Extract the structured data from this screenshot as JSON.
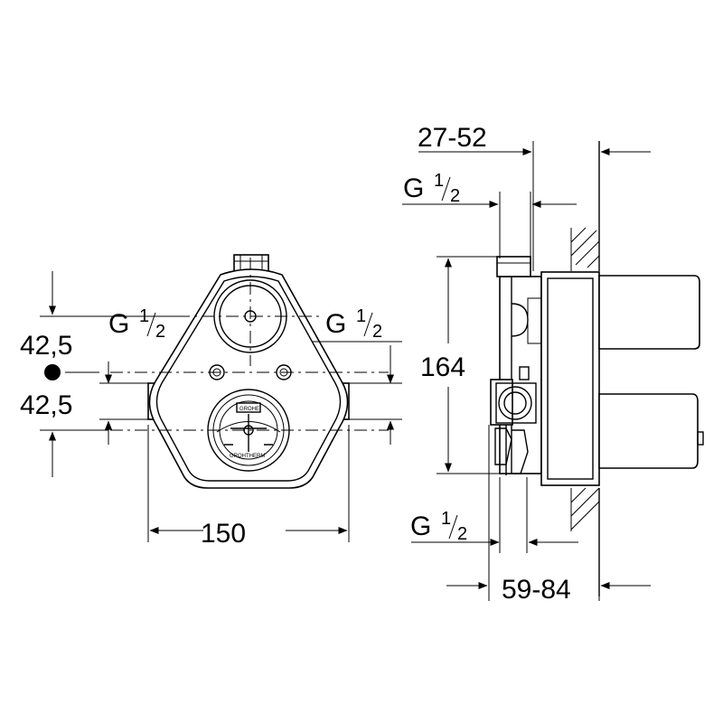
{
  "dimensions": {
    "offset_upper": "42,5",
    "offset_lower": "42,5",
    "width": "150",
    "height": "164",
    "depth_top": "27-52",
    "depth_bottom": "59-84"
  },
  "threads": {
    "front_left": {
      "letter": "G",
      "num": "1",
      "den": "2"
    },
    "front_right": {
      "letter": "G",
      "num": "1",
      "den": "2"
    },
    "side_top": {
      "letter": "G",
      "num": "1",
      "den": "2"
    },
    "side_bottom": {
      "letter": "G",
      "num": "1",
      "den": "2"
    }
  },
  "logo_text": "GROHE",
  "label_ring_text": "GROHTHERM"
}
